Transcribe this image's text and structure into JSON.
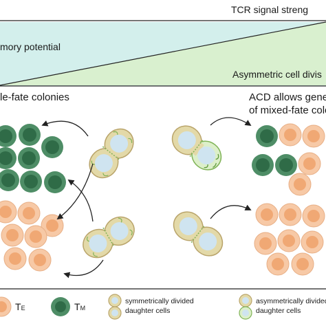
{
  "header": {
    "scale_label": "TCR signal streng",
    "memory_label": "mory potential",
    "acd_label": "Asymmetric cell divis"
  },
  "left_panel": {
    "title": "le-fate colonies"
  },
  "right_panel": {
    "title_line1": "ACD allows genera",
    "title_line2": "of mixed-fate colo"
  },
  "legend": {
    "te_symbol": "T",
    "te_sub": "E",
    "tm_symbol": "T",
    "tm_sub": "M",
    "symmetric_line1": "symmetrically divided",
    "symmetric_line2": "daughter cells",
    "asymmetric_line1": "asymmetrically divided",
    "asymmetric_line2": "daughter cells"
  },
  "colors": {
    "memory_band": "#d3efec",
    "acd_band": "#d9f0cf",
    "effector_fill": "#f7c9a6",
    "effector_nucleus": "#f0a874",
    "memory_fill": "#4e8d66",
    "memory_nucleus": "#2f6b47",
    "cell_membrane": "#c9b982",
    "cell_nucleus": "#cfe4f0",
    "green_accent": "#7fb356",
    "arrow": "#222222"
  }
}
